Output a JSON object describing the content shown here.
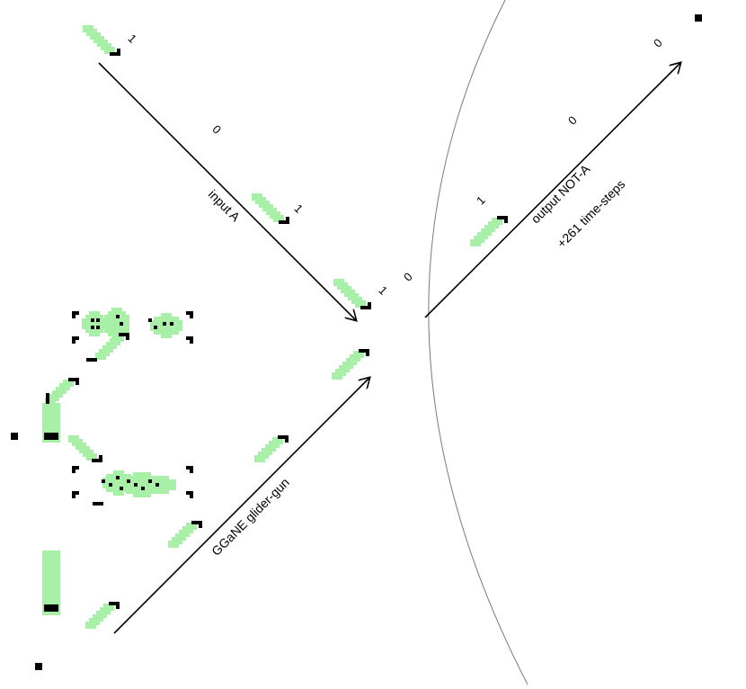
{
  "diagram": {
    "labels": {
      "input": "input A",
      "gun": "GGaNE glider-gun",
      "output_line1": "output NOT-A",
      "output_line2": "+261 time-steps"
    },
    "input_stream_bits": [
      "1",
      "0",
      "1",
      "1"
    ],
    "output_stream_bits": [
      "0",
      "1",
      "0",
      "0"
    ],
    "colors": {
      "cell_on": "#000000",
      "cell_trail": "#a8f0a8",
      "arrow": "#000000",
      "boundary_arc": "#7a7a7a",
      "background": "#ffffff"
    }
  }
}
